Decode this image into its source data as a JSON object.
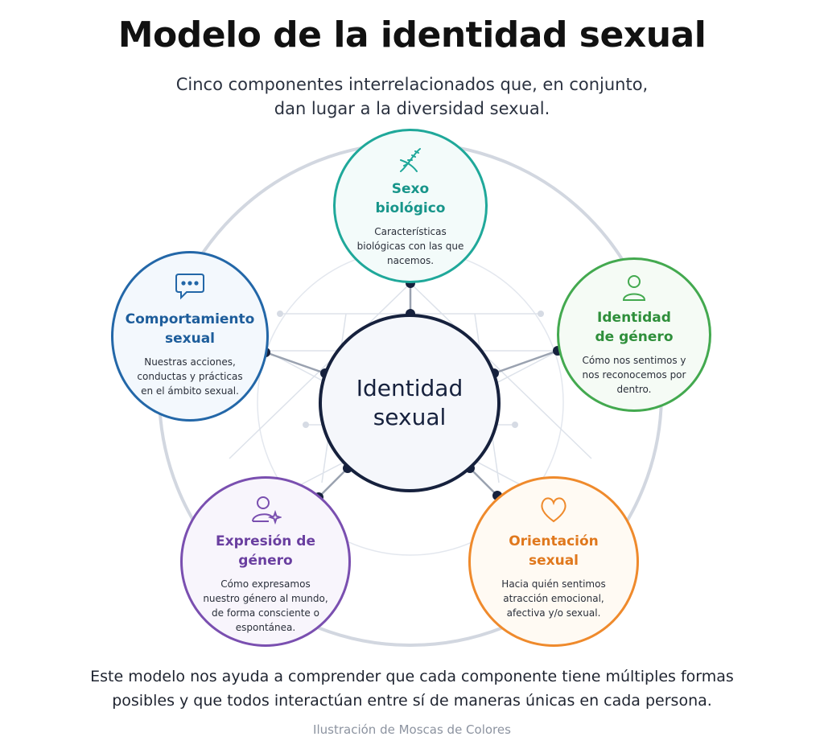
{
  "title": "Modelo de la identidad sexual",
  "subtitle": "Cinco componentes interrelacionados que, en conjunto, dan lugar a la diversidad sexual.",
  "center": {
    "label": "Identidad sexual",
    "border_color": "#16213d"
  },
  "components": {
    "sexo_biologico": {
      "title": "Sexo biológico",
      "description": "Características biológicas con las que nacemos.",
      "icon": "dna-icon",
      "color": "#1fa89a"
    },
    "identidad_genero": {
      "title": "Identidad de género",
      "description": "Cómo nos sentimos y nos reconocemos por dentro.",
      "icon": "person-icon",
      "color": "#43a94f"
    },
    "orientacion_sexual": {
      "title": "Orientación sexual",
      "description": "Hacia quién sentimos atracción emocional, afectiva y/o sexual.",
      "icon": "heart-icon",
      "color": "#ef8a2c"
    },
    "expresion_genero": {
      "title": "Expresión de género",
      "description": "Cómo expresamos nuestro género al mundo, de forma consciente o espontánea.",
      "icon": "person-sparkle-icon",
      "color": "#7a4fb0"
    },
    "comportamiento_sexual": {
      "title": "Comportamiento sexual",
      "description": "Nuestras acciones, conductas y prácticas en el ámbito sexual.",
      "icon": "speech-bubble-icon",
      "color": "#2367a8"
    }
  },
  "footer": "Este modelo nos ayuda a comprender que cada componente tiene múltiples formas posibles y que todos interactúan entre sí de maneras únicas en cada persona.",
  "credit": "Ilustración de Moscas de Colores"
}
